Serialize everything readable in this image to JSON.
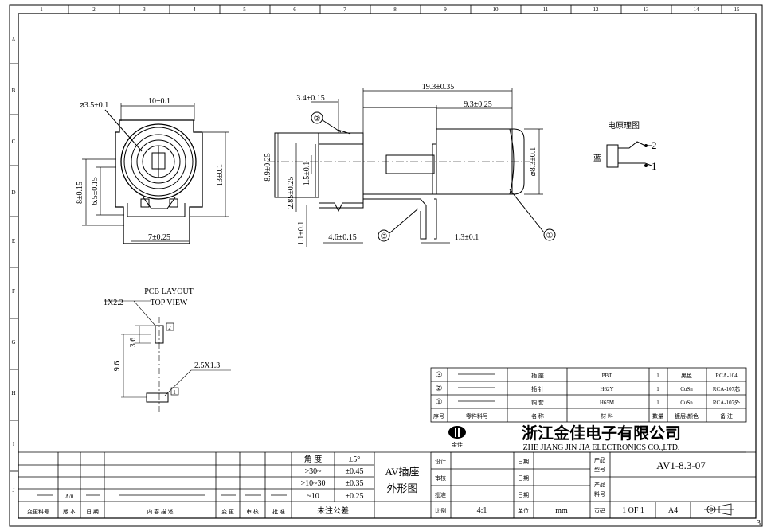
{
  "border": {
    "columns": [
      "1",
      "2",
      "3",
      "4",
      "5",
      "6",
      "7",
      "8",
      "9",
      "10",
      "11",
      "12",
      "13",
      "14",
      "15"
    ],
    "rows": [
      "A",
      "B",
      "C",
      "D",
      "E",
      "F",
      "G",
      "H",
      "I",
      "J"
    ],
    "sheet_no": "3"
  },
  "front_view": {
    "top_dim": "10±0.1",
    "hole_dia": "⌀3.5±0.1",
    "left_dim_outer": "8±0.15",
    "left_dim_inner": "6.5±0.15",
    "right_dim": "13±0.1",
    "bottom_dim": "7±0.25"
  },
  "side_view": {
    "overall_len": "19.3±0.35",
    "body_len": "9.3±0.25",
    "flange": "3.4±0.15",
    "height_left": "8.9±0.25",
    "h_2_85": "2.85±0.25",
    "h_1_5": "1.5±0.1",
    "h_1_1": "1.1±0.1",
    "pin_pitch": "4.6±0.15",
    "pin_right": "1.3±0.1",
    "dia": "⌀8.3±0.1",
    "balloon_1": "①",
    "balloon_2": "②",
    "balloon_3": "③"
  },
  "schematic": {
    "title": "电原理图",
    "side_label": "蓝",
    "pin2": "2",
    "pin1": "1"
  },
  "pcb": {
    "title1": "PCB LAYOUT",
    "title2": "TOP VIEW",
    "pad_small": "1X2.2",
    "pad_large": "2.5X1.3",
    "d_3_6": "3.6",
    "d_9_6": "9.6",
    "pad2": "2",
    "pad1": "1"
  },
  "bom": {
    "rows": [
      {
        "no": "③",
        "part_no": "",
        "name": "插  座",
        "material": "PBT",
        "qty": "1",
        "color": "黑色",
        "note": "RCA-104"
      },
      {
        "no": "②",
        "part_no": "",
        "name": "插  针",
        "material": "H62Y",
        "qty": "1",
        "color": "CuSn",
        "note": "RCA-107芯"
      },
      {
        "no": "①",
        "part_no": "",
        "name": "铜  套",
        "material": "H65M",
        "qty": "1",
        "color": "CuSn",
        "note": "RCA-107外"
      }
    ],
    "headers": {
      "no": "序号",
      "part_no": "零件料号",
      "name": "名  称",
      "material": "材  料",
      "qty": "数量",
      "color": "镀层/颜色",
      "note": "备  注"
    }
  },
  "company": {
    "logo_text": "金佳",
    "name_cn": "浙江金佳电子有限公司",
    "name_en": "ZHE JIANG JIN JIA ELECTRONICS CO.,LTD."
  },
  "tolerance": {
    "rows": [
      {
        "range": "角  度",
        "value": "±5°"
      },
      {
        "range": ">30~",
        "value": "±0.45"
      },
      {
        "range": ">10~30",
        "value": "±0.35"
      },
      {
        "range": "~10",
        "value": "±0.25"
      }
    ],
    "footer": "未注公差"
  },
  "revision": {
    "a0": "A/0",
    "headers": [
      "变更料号",
      "版 本",
      "日 期",
      "内 容 描 述",
      "变 更",
      "审 核",
      "批 准"
    ]
  },
  "title_block": {
    "product_title_1": "AV插座",
    "product_title_2": "外形图",
    "design": "设计",
    "check": "审核",
    "approve": "批准",
    "date": "日期",
    "product_model_1": "产品",
    "product_model_2": "型号",
    "product_code_1": "产品",
    "product_code_2": "料号",
    "model": "AV1-8.3-07",
    "scale_label": "比例",
    "scale": "4:1",
    "unit_label": "单位",
    "unit": "mm",
    "page_label": "页码",
    "page": "1 OF 1",
    "paper": "A4"
  }
}
